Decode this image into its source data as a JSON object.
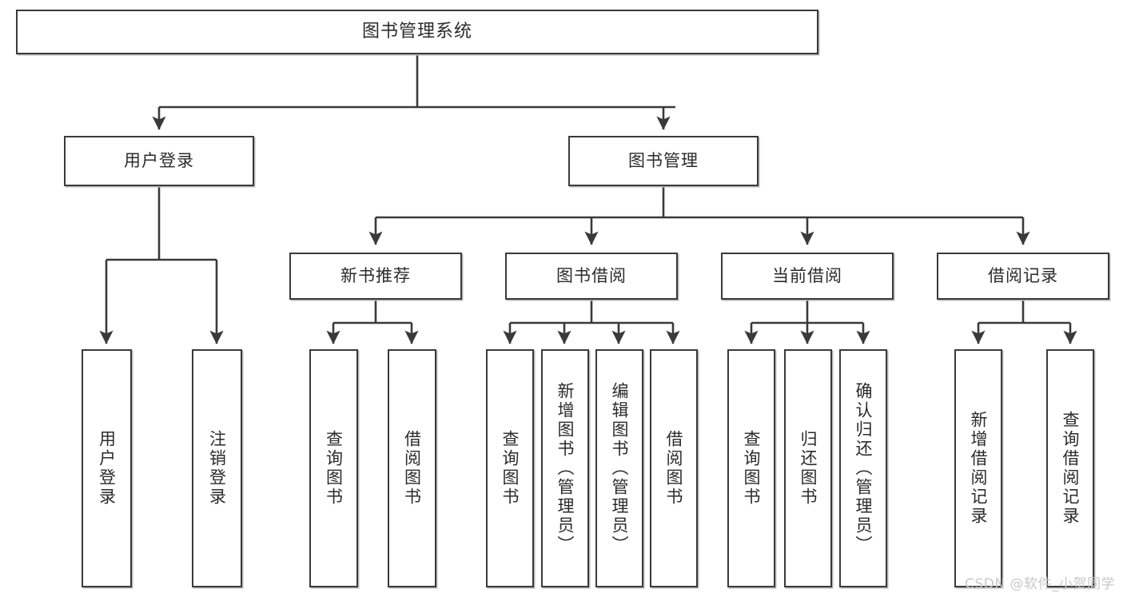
{
  "diagram": {
    "type": "hierarchy-tree",
    "title": "图书管理系统",
    "watermark": "CSDN @软件_小贺同学",
    "colors": {
      "stroke": "#3a3a3a",
      "fill": "#ffffff",
      "text": "#2b2b2b",
      "shadow": "#b9b9b9",
      "watermark": "#c9c9c9"
    },
    "levels": {
      "level1": [
        "图书管理系统"
      ],
      "level2": [
        "用户登录",
        "图书管理"
      ],
      "level3": [
        "新书推荐",
        "图书借阅",
        "当前借阅",
        "借阅记录"
      ],
      "level4": [
        "用户登录",
        "注销登录",
        "查询图书",
        "借阅图书",
        "查询图书",
        "新增图书（管理员）",
        "编辑图书（管理员）",
        "借阅图书",
        "查询图书",
        "归还图书",
        "确认归还（管理员）",
        "新增借阅记录",
        "查询借阅记录"
      ]
    },
    "nodes": {
      "root": {
        "label": "图书管理系统"
      },
      "user_login": {
        "label": "用户登录"
      },
      "book_manage": {
        "label": "图书管理"
      },
      "new_book_rec": {
        "label": "新书推荐"
      },
      "book_borrow": {
        "label": "图书借阅"
      },
      "current_borrow": {
        "label": "当前借阅"
      },
      "borrow_record": {
        "label": "借阅记录"
      },
      "leaf_user_login": {
        "label": "用户登录"
      },
      "leaf_logout": {
        "label": "注销登录"
      },
      "leaf_query_book_1": {
        "label": "查询图书"
      },
      "leaf_borrow_book_1": {
        "label": "借阅图书"
      },
      "leaf_query_book_2": {
        "label": "查询图书"
      },
      "leaf_add_book": {
        "label": "新增图书（管理员）"
      },
      "leaf_edit_book": {
        "label": "编辑图书（管理员）"
      },
      "leaf_borrow_book_2": {
        "label": "借阅图书"
      },
      "leaf_query_book_3": {
        "label": "查询图书"
      },
      "leaf_return_book": {
        "label": "归还图书"
      },
      "leaf_confirm_return": {
        "label": "确认归还（管理员）"
      },
      "leaf_add_record": {
        "label": "新增借阅记录"
      },
      "leaf_query_record": {
        "label": "查询借阅记录"
      }
    },
    "edges": [
      {
        "from": "root",
        "to": "user_login"
      },
      {
        "from": "root",
        "to": "book_manage"
      },
      {
        "from": "user_login",
        "to": "leaf_user_login"
      },
      {
        "from": "user_login",
        "to": "leaf_logout"
      },
      {
        "from": "book_manage",
        "to": "new_book_rec"
      },
      {
        "from": "book_manage",
        "to": "book_borrow"
      },
      {
        "from": "book_manage",
        "to": "current_borrow"
      },
      {
        "from": "book_manage",
        "to": "borrow_record"
      },
      {
        "from": "new_book_rec",
        "to": "leaf_query_book_1"
      },
      {
        "from": "new_book_rec",
        "to": "leaf_borrow_book_1"
      },
      {
        "from": "book_borrow",
        "to": "leaf_query_book_2"
      },
      {
        "from": "book_borrow",
        "to": "leaf_add_book"
      },
      {
        "from": "book_borrow",
        "to": "leaf_edit_book"
      },
      {
        "from": "book_borrow",
        "to": "leaf_borrow_book_2"
      },
      {
        "from": "current_borrow",
        "to": "leaf_query_book_3"
      },
      {
        "from": "current_borrow",
        "to": "leaf_return_book"
      },
      {
        "from": "current_borrow",
        "to": "leaf_confirm_return"
      },
      {
        "from": "borrow_record",
        "to": "leaf_add_record"
      },
      {
        "from": "borrow_record",
        "to": "leaf_query_record"
      }
    ]
  }
}
